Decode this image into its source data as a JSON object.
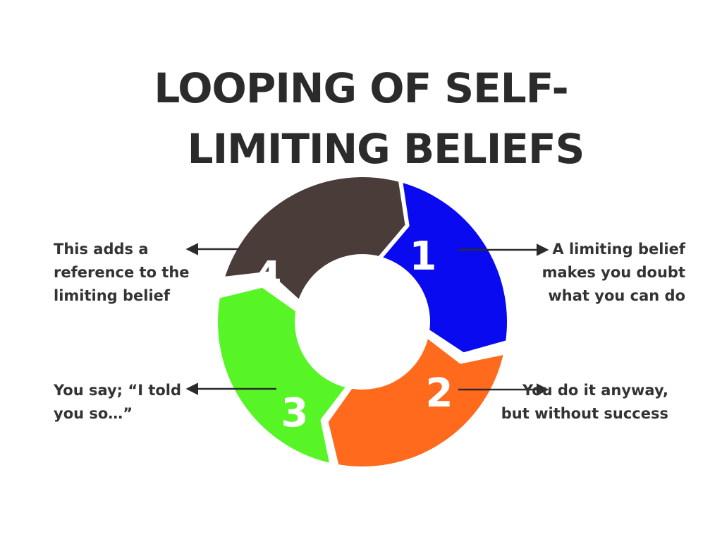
{
  "title": {
    "line1": "LOOPING OF SELF-",
    "line2": "LIMITING BELIEFS"
  },
  "steps": [
    {
      "number": "1",
      "color": "#0a0af0",
      "text": "A limiting belief makes you doubt what you can do"
    },
    {
      "number": "2",
      "color": "#ff6a1c",
      "text": "You do it anyway, but without success"
    },
    {
      "number": "3",
      "color": "#57f526",
      "text": "You say; “I told you so…”"
    },
    {
      "number": "4",
      "color": "#4a3c38",
      "text": "This adds a reference to the limiting belief"
    }
  ],
  "colors": {
    "text": "#333333",
    "arrow": "#2b2b2b"
  }
}
